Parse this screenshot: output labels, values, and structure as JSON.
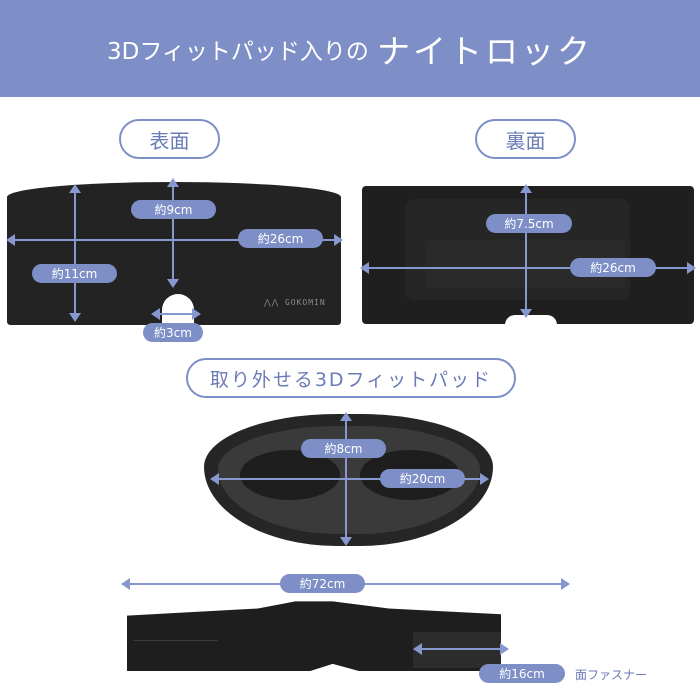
{
  "banner": {
    "title_part1": "3Dフィットパッド入りの",
    "title_part2": "ナイトロック",
    "background_color": "#7d8fc6"
  },
  "sections": {
    "front": {
      "label": "表面",
      "dimensions": {
        "width": "約26cm",
        "center_height": "約9cm",
        "side_height": "約11cm",
        "nose_opening": "約3cm"
      },
      "logo_text": "GOKOMIN"
    },
    "back": {
      "label": "裏面",
      "dimensions": {
        "height": "約7.5cm",
        "width": "約26cm"
      }
    },
    "pad": {
      "label": "取り外せる3Dフィットパッド",
      "dimensions": {
        "height": "約8cm",
        "width": "約20cm"
      }
    },
    "strap": {
      "dimensions": {
        "total_length": "約72cm",
        "fastener_length": "約16cm"
      },
      "fastener_note": "面ファスナー"
    }
  },
  "colors": {
    "accent": "#7d8fc6",
    "pill_text": "#6a7bb6",
    "product": "#232323"
  }
}
